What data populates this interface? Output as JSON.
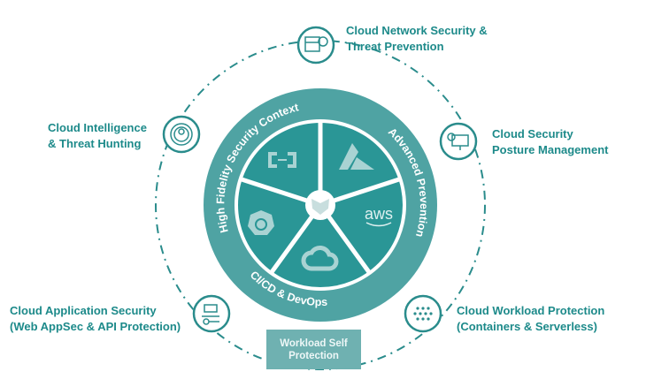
{
  "ring_labels": {
    "top_left": "High Fidelity Security Context",
    "right": "Advanced Prevention",
    "bottom": "CI/CD & DevOps"
  },
  "pie_slices": [
    {
      "icon": "alibaba-cloud-icon"
    },
    {
      "icon": "azure-icon"
    },
    {
      "icon": "aws-icon",
      "text": "aws"
    },
    {
      "icon": "google-cloud-icon"
    },
    {
      "icon": "kubernetes-icon"
    }
  ],
  "center_icon": "shield-logo-icon",
  "nodes": {
    "network": {
      "line1": "Cloud Network Security &",
      "line2": "Threat Prevention"
    },
    "posture": {
      "line1": "Cloud Security",
      "line2": "Posture Management"
    },
    "workload": {
      "line1": "Cloud Workload Protection",
      "line2": "(Containers & Serverless)"
    },
    "appsec": {
      "line1": "Cloud Application Security",
      "line2": "(Web AppSec & API Protection)"
    },
    "intelligence": {
      "line1": "Cloud Intelligence",
      "line2": "& Threat Hunting"
    }
  },
  "bottom_box": {
    "line1": "Workload Self",
    "line2": "Protection"
  },
  "colors": {
    "teal": "#2a9696",
    "teal_dark": "#1d8a8a",
    "ring": "#4fa3a3",
    "box": "#6fb1b1"
  }
}
